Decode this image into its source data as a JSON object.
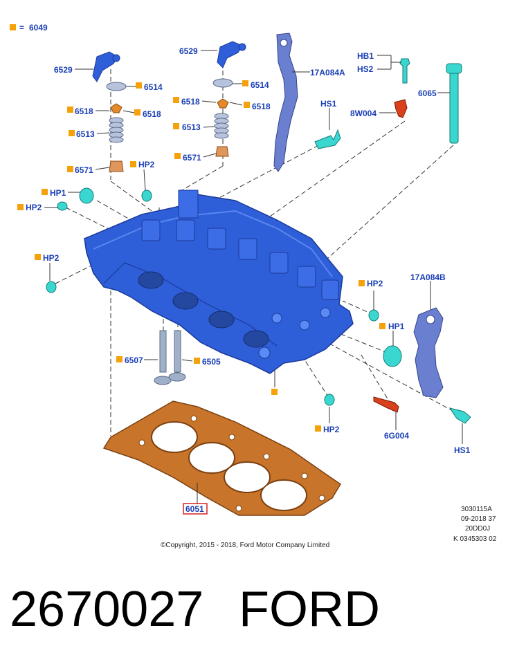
{
  "legend": {
    "symbol_text": "=",
    "part": "6049"
  },
  "parts": {
    "p6529_left": "6529",
    "p6529_right": "6529",
    "p6514_left": "6514",
    "p6514_right": "6514",
    "p6518_left_a": "6518",
    "p6518_left_b": "6518",
    "p6518_right_a": "6518",
    "p6518_right_b": "6518",
    "p6513_left": "6513",
    "p6513_right": "6513",
    "p6571_left": "6571",
    "p6571_right": "6571",
    "p17A084A": "17A084A",
    "hb1": "HB1",
    "hs2": "HS2",
    "hs1_top": "HS1",
    "p8W004": "8W004",
    "p6065": "6065",
    "hp2_a": "HP2",
    "hp1_a": "HP1",
    "hp2_b": "HP2",
    "hp2_c": "HP2",
    "hp2_d": "HP2",
    "p17A084B": "17A084B",
    "hp1_b": "HP1",
    "p6507": "6507",
    "p6505": "6505",
    "hp2_e": "HP2",
    "p6G004": "6G004",
    "hs1_bottom": "HS1",
    "p6051": "6051"
  },
  "meta": {
    "line1": "3030115A",
    "line2": "09-2018 37",
    "line3": "20DD0J",
    "line4": "K 0345303 02"
  },
  "copyright": "©Copyright, 2015 - 2018, Ford Motor Company Limited",
  "footer": {
    "part_number": "2670027",
    "brand": "FORD"
  },
  "colors": {
    "label_blue": "#1a3fb5",
    "marker_orange": "#f5a20a",
    "head_blue": "#2f5fd8",
    "gasket_orange": "#c8742a",
    "fastener_cyan": "#3ad6d0",
    "sensor_red": "#d9401c",
    "bracket_blue": "#6b7fd0"
  }
}
